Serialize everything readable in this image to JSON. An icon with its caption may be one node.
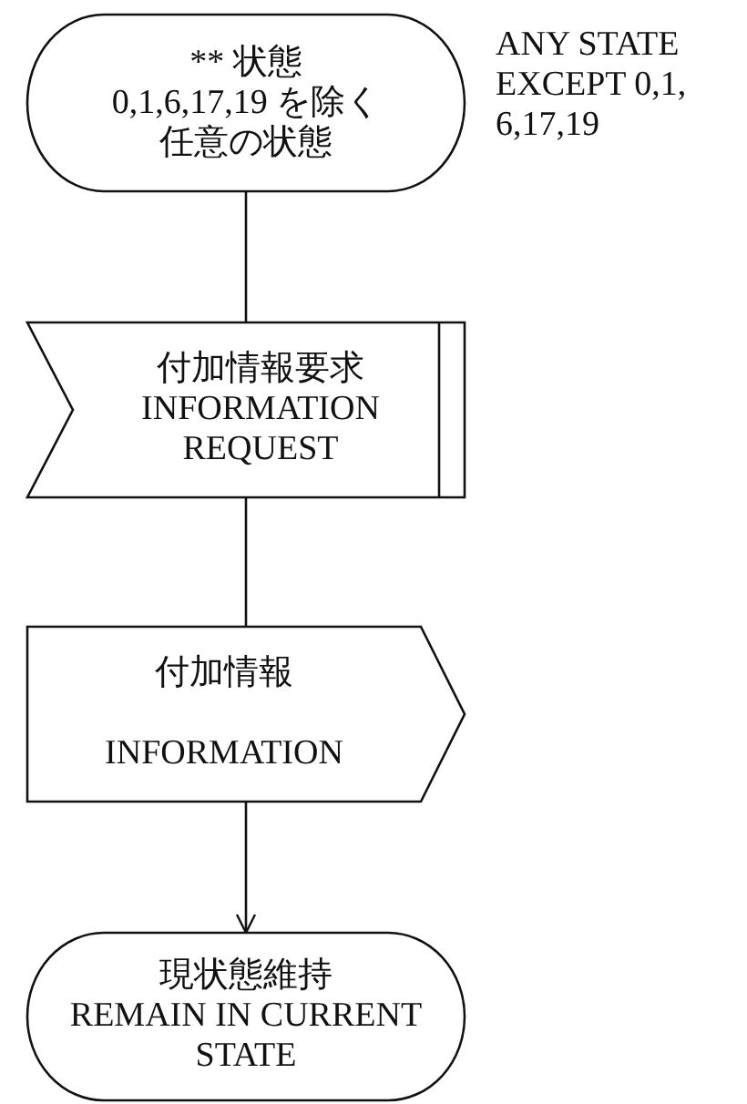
{
  "diagram": {
    "nodes": [
      {
        "text": [
          "** 状態 0,1,6,17,19 を除く任意の状態"
        ],
        "beside": [
          "ANY STATE EXCEPT 0,1, 6,17,19"
        ]
      },
      {
        "text": [
          "付加情報要求",
          "INFORMATION REQUEST"
        ]
      },
      {
        "text": [
          "付加情報",
          "INFORMATION"
        ]
      },
      {
        "text": [
          "現状態維持",
          "REMAIN IN CURRENT STATE"
        ]
      }
    ],
    "edges": [
      {
        "from": 0,
        "to": 1,
        "arrow": "none"
      },
      {
        "from": 1,
        "to": 2,
        "arrow": "none"
      },
      {
        "from": 2,
        "to": 3,
        "arrow": "to"
      }
    ]
  }
}
